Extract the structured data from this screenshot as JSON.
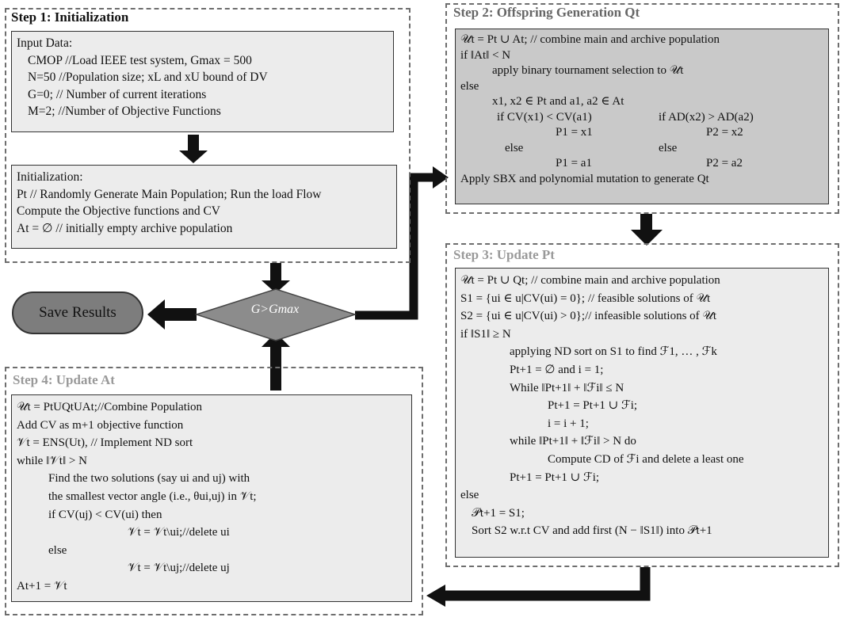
{
  "step1": {
    "title": "Step 1: Initialization",
    "input_lines": [
      "Input Data:",
      "CMOP //Load IEEE test system, Gmax = 500",
      "N=50 //Population size; xL and xU bound of DV",
      "G=0; // Number of current iterations",
      "M=2;  //Number of Objective Functions"
    ],
    "init_lines": [
      "Initialization:",
      "Pt // Randomly Generate Main Population; Run the load Flow",
      "Compute the Objective functions and CV",
      "At = ∅ // initially empty archive population"
    ]
  },
  "step2": {
    "title": "Step 2: Offspring Generation Qt",
    "lines": [
      "𝒰t = Pt ∪ At; // combine main and archive population",
      "if ‖At‖ < N",
      "apply binary tournament selection to 𝒰t",
      "else",
      "x1, x2 ∈ Pt and a1, a2 ∈ At",
      "Apply SBX and polynomial mutation to generate Qt"
    ],
    "pairs": [
      [
        "if CV(x1) < CV(a1)",
        "if AD(x2) > AD(a2)"
      ],
      [
        "P1 = x1",
        "P2 = x2"
      ],
      [
        "else",
        "else"
      ],
      [
        "P1 = a1",
        "P2 = a2"
      ]
    ]
  },
  "step3": {
    "title": "Step 3: Update Pt",
    "lines": [
      "𝒰t = Pt ∪ Qt; // combine main and archive population",
      "S1 = {ui ∈ u|CV(ui) = 0}; // feasible solutions of 𝒰t",
      "S2 = {ui ∈ u|CV(ui) > 0};// infeasible solutions of 𝒰t",
      "if ‖S1‖ ≥ N",
      "applying ND sort on S1 to find ℱ1, … , ℱk",
      "Pt+1 = ∅ and i = 1;",
      "While ‖Pt+1‖ + ‖ℱi‖ ≤ N",
      "Pt+1 = Pt+1 ∪ ℱi;",
      "i = i + 1;",
      "while ‖Pt+1‖ + ‖ℱi‖ > N do",
      "Compute CD of ℱi and delete a least one",
      "Pt+1 = Pt+1 ∪ ℱi;",
      "else",
      "𝒫t+1 = S1;",
      "Sort S2 w.r.t CV and add first (N − ‖S1‖) into 𝒫t+1"
    ]
  },
  "step4": {
    "title": "Step 4: Update At",
    "lines": [
      "𝒰t = PtUQtUAt;//Combine Population",
      "Add CV as m+1 objective function",
      "𝒱t = ENS(Ut), // Implement ND sort",
      "while ‖𝒱t‖ > N",
      "Find the two solutions (say ui and uj) with",
      "the smallest vector angle (i.e., θui,uj) in 𝒱t;",
      "if CV(uj) < CV(ui) then",
      "𝒱t = 𝒱t\\ui;//delete ui",
      "else",
      "𝒱t = 𝒱t\\uj;//delete uj",
      "At+1 = 𝒱t"
    ]
  },
  "decision": {
    "label": "G>Gmax"
  },
  "terminal": {
    "label": "Save Results"
  },
  "colors": {
    "process_box": "#ececec",
    "step2_box": "#c9c9c9",
    "decision": "#8c8c8c",
    "terminal": "#7d7d7d",
    "border": "#6e6e6e"
  }
}
